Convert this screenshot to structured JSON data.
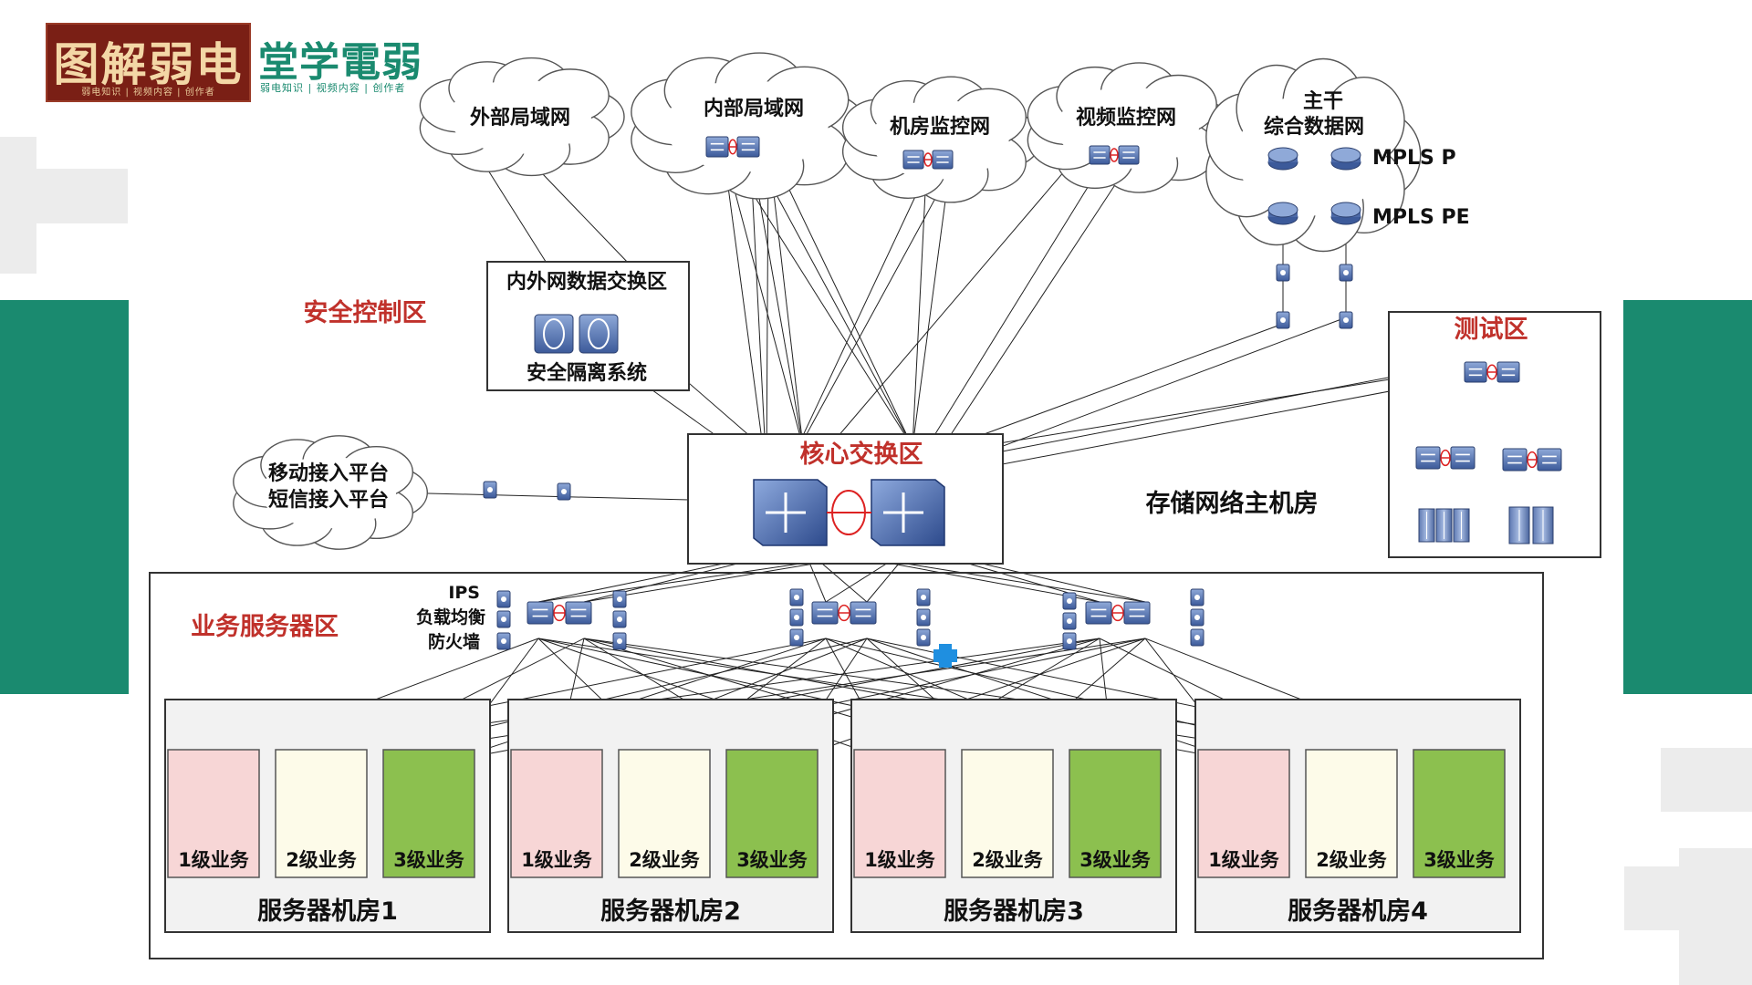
{
  "brand": {
    "logo1_text": "图解弱电",
    "logo1_sub": "弱电知识 | 视频内容 | 创作者",
    "logo2_text": "堂学電弱",
    "logo2_sub": "弱电知识 | 视频内容 | 创作者",
    "accent_green": "#1a8a6f",
    "accent_red": "#7a1f15"
  },
  "clouds": {
    "external_lan": "外部局域网",
    "internal_lan": "内部局域网",
    "room_monitor": "机房监控网",
    "video_monitor": "视频监控网",
    "backbone_top": "主干",
    "backbone": "综合数据网",
    "mpls_p": "MPLS P",
    "mpls_pe": "MPLS PE",
    "mobile_platform": "移动接入平台",
    "sms_platform": "短信接入平台"
  },
  "zones": {
    "security_control": "安全控制区",
    "exchange_zone": "内外网数据交换区",
    "isolation_system": "安全隔离系统",
    "core_switch_zone": "核心交换区",
    "storage_room": "存储网络主机房",
    "test_zone": "测试区",
    "business_server_zone": "业务服务器区",
    "ips": "IPS",
    "load_balancer": "负载均衡",
    "firewall": "防火墙"
  },
  "server_rooms": [
    {
      "name": "服务器机房1",
      "levels": [
        "1级业务",
        "2级业务",
        "3级业务"
      ]
    },
    {
      "name": "服务器机房2",
      "levels": [
        "1级业务",
        "2级业务",
        "3级业务"
      ]
    },
    {
      "name": "服务器机房3",
      "levels": [
        "1级业务",
        "2级业务",
        "3级业务"
      ]
    },
    {
      "name": "服务器机房4",
      "levels": [
        "1级业务",
        "2级业务",
        "3级业务"
      ]
    }
  ],
  "level_colors": [
    "#f7d6d6",
    "#fdfbe9",
    "#8cc04f"
  ],
  "zone_label_color": "#c0312b"
}
